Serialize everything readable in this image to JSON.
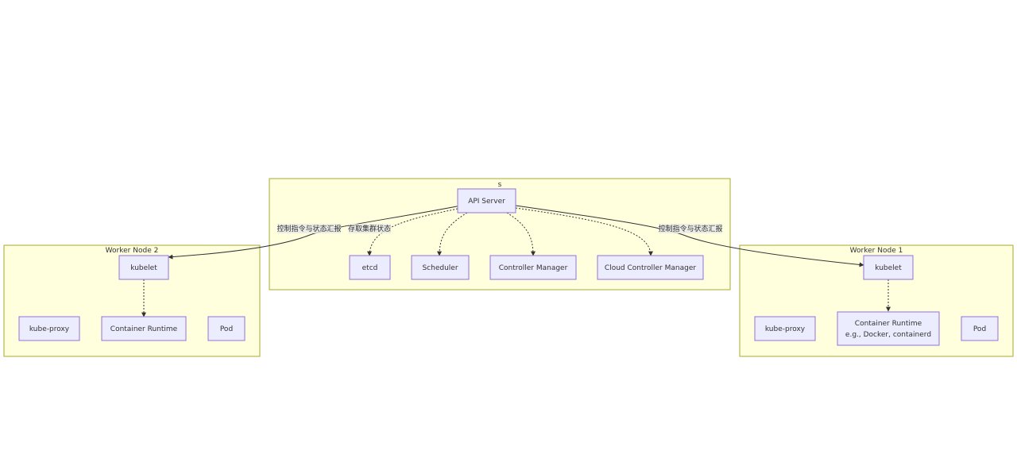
{
  "clusters": {
    "control_plane": {
      "title": "s"
    },
    "worker_node_2": {
      "title": "Worker Node 2"
    },
    "worker_node_1": {
      "title": "Worker Node 1"
    }
  },
  "nodes": {
    "api_server": "API Server",
    "etcd": "etcd",
    "scheduler": "Scheduler",
    "controller_manager": "Controller Manager",
    "cloud_controller_manager": "Cloud Controller Manager",
    "kubelet_2": "kubelet",
    "kube_proxy_2": "kube-proxy",
    "container_runtime_2": "Container Runtime",
    "pod_2": "Pod",
    "kubelet_1": "kubelet",
    "kube_proxy_1": "kube-proxy",
    "container_runtime_1_line1": "Container Runtime",
    "container_runtime_1_line2": "e.g., Docker, containerd",
    "pod_1": "Pod"
  },
  "edge_labels": {
    "api_to_kubelet_2": "控制指令与状态汇报",
    "api_to_etcd": "存取集群状态",
    "api_to_kubelet_1": "控制指令与状态汇报"
  },
  "colors": {
    "cluster_fill": "#ffffde",
    "cluster_stroke": "#aaaa33",
    "node_fill": "#ececff",
    "node_stroke": "#9370db",
    "edge": "#333333"
  }
}
